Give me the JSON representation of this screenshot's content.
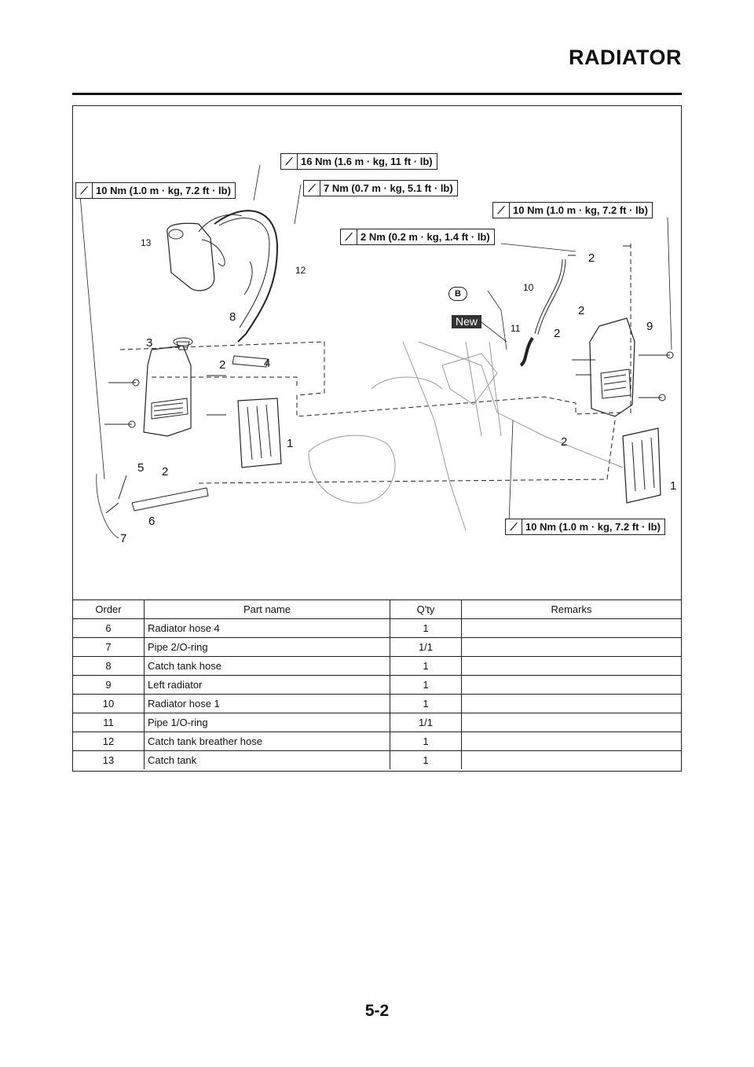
{
  "header": {
    "title": "RADIATOR"
  },
  "torque_specs": [
    "16 Nm (1.6 m · kg, 11 ft · lb)",
    "10 Nm (1.0 m · kg, 7.2 ft · lb)",
    "7 Nm (0.7 m · kg, 5.1 ft · lb)",
    "10 Nm (1.0 m · kg, 7.2 ft · lb)",
    "2 Nm (0.2 m · kg, 1.4 ft · lb)",
    "10 Nm (1.0 m · kg, 7.2 ft · lb)"
  ],
  "badges": {
    "new": "New",
    "b": "B"
  },
  "callouts": [
    "13",
    "12",
    "8",
    "3",
    "2",
    "4",
    "1",
    "5",
    "2",
    "6",
    "7",
    "2",
    "10",
    "2",
    "11",
    "2",
    "9",
    "2",
    "1"
  ],
  "table": {
    "headers": {
      "order": "Order",
      "name": "Part name",
      "qty": "Q'ty",
      "remarks": "Remarks"
    },
    "rows": [
      {
        "order": "6",
        "name": "Radiator hose 4",
        "qty": "1",
        "remarks": ""
      },
      {
        "order": "7",
        "name": "Pipe 2/O-ring",
        "qty": "1/1",
        "remarks": ""
      },
      {
        "order": "8",
        "name": "Catch tank hose",
        "qty": "1",
        "remarks": ""
      },
      {
        "order": "9",
        "name": "Left radiator",
        "qty": "1",
        "remarks": ""
      },
      {
        "order": "10",
        "name": "Radiator hose 1",
        "qty": "1",
        "remarks": ""
      },
      {
        "order": "11",
        "name": "Pipe 1/O-ring",
        "qty": "1/1",
        "remarks": ""
      },
      {
        "order": "12",
        "name": "Catch tank breather hose",
        "qty": "1",
        "remarks": ""
      },
      {
        "order": "13",
        "name": "Catch tank",
        "qty": "1",
        "remarks": ""
      }
    ]
  },
  "footer": {
    "page": "5-2"
  }
}
